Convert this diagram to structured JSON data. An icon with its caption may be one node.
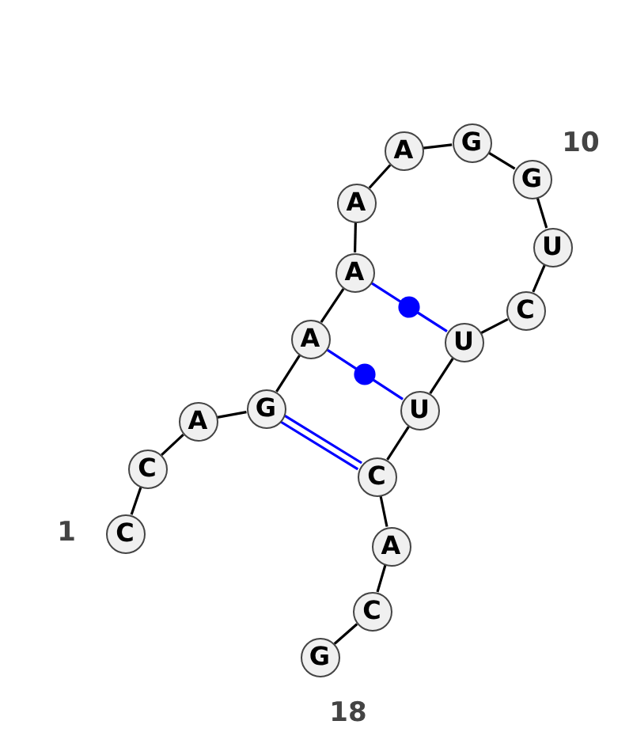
{
  "diagram": {
    "nodes": [
      {
        "text": [
          "C"
        ],
        "beside": [
          "1"
        ]
      },
      {
        "text": [
          "C"
        ]
      },
      {
        "text": [
          "A"
        ]
      },
      {
        "text": [
          "G"
        ]
      },
      {
        "text": [
          "A"
        ]
      },
      {
        "text": [
          "A"
        ]
      },
      {
        "text": [
          "A"
        ]
      },
      {
        "text": [
          "A"
        ]
      },
      {
        "text": [
          "G"
        ]
      },
      {
        "text": [
          "G"
        ],
        "beside": [
          "10"
        ]
      },
      {
        "text": [
          "U"
        ]
      },
      {
        "text": [
          "C"
        ]
      },
      {
        "text": [
          "U"
        ]
      },
      {
        "text": [
          "U"
        ]
      },
      {
        "text": [
          "C"
        ]
      },
      {
        "text": [
          "A"
        ]
      },
      {
        "text": [
          "C"
        ]
      },
      {
        "text": [
          "G"
        ],
        "beside": [
          "18"
        ]
      }
    ],
    "edges": [
      {
        "from": 0,
        "to": 1,
        "arrow": "none"
      },
      {
        "from": 1,
        "to": 2,
        "arrow": "none"
      },
      {
        "from": 2,
        "to": 3,
        "arrow": "none"
      },
      {
        "from": 3,
        "to": 4,
        "arrow": "none"
      },
      {
        "from": 4,
        "to": 5,
        "arrow": "none"
      },
      {
        "from": 5,
        "to": 6,
        "arrow": "none"
      },
      {
        "from": 6,
        "to": 7,
        "arrow": "none"
      },
      {
        "from": 7,
        "to": 8,
        "arrow": "none"
      },
      {
        "from": 8,
        "to": 9,
        "arrow": "none"
      },
      {
        "from": 9,
        "to": 10,
        "arrow": "none"
      },
      {
        "from": 10,
        "to": 11,
        "arrow": "none"
      },
      {
        "from": 11,
        "to": 12,
        "arrow": "none"
      },
      {
        "from": 12,
        "to": 13,
        "arrow": "none"
      },
      {
        "from": 13,
        "to": 14,
        "arrow": "none"
      },
      {
        "from": 14,
        "to": 15,
        "arrow": "none"
      },
      {
        "from": 15,
        "to": 16,
        "arrow": "none"
      },
      {
        "from": 16,
        "to": 17,
        "arrow": "none"
      },
      {
        "from": 3,
        "to": 14,
        "arrow": "none",
        "color": "#0000ff"
      },
      {
        "from": 4,
        "to": 13,
        "arrow": "none",
        "color": "#0000ff"
      },
      {
        "from": 5,
        "to": 12,
        "arrow": "none",
        "color": "#0000ff"
      }
    ]
  }
}
